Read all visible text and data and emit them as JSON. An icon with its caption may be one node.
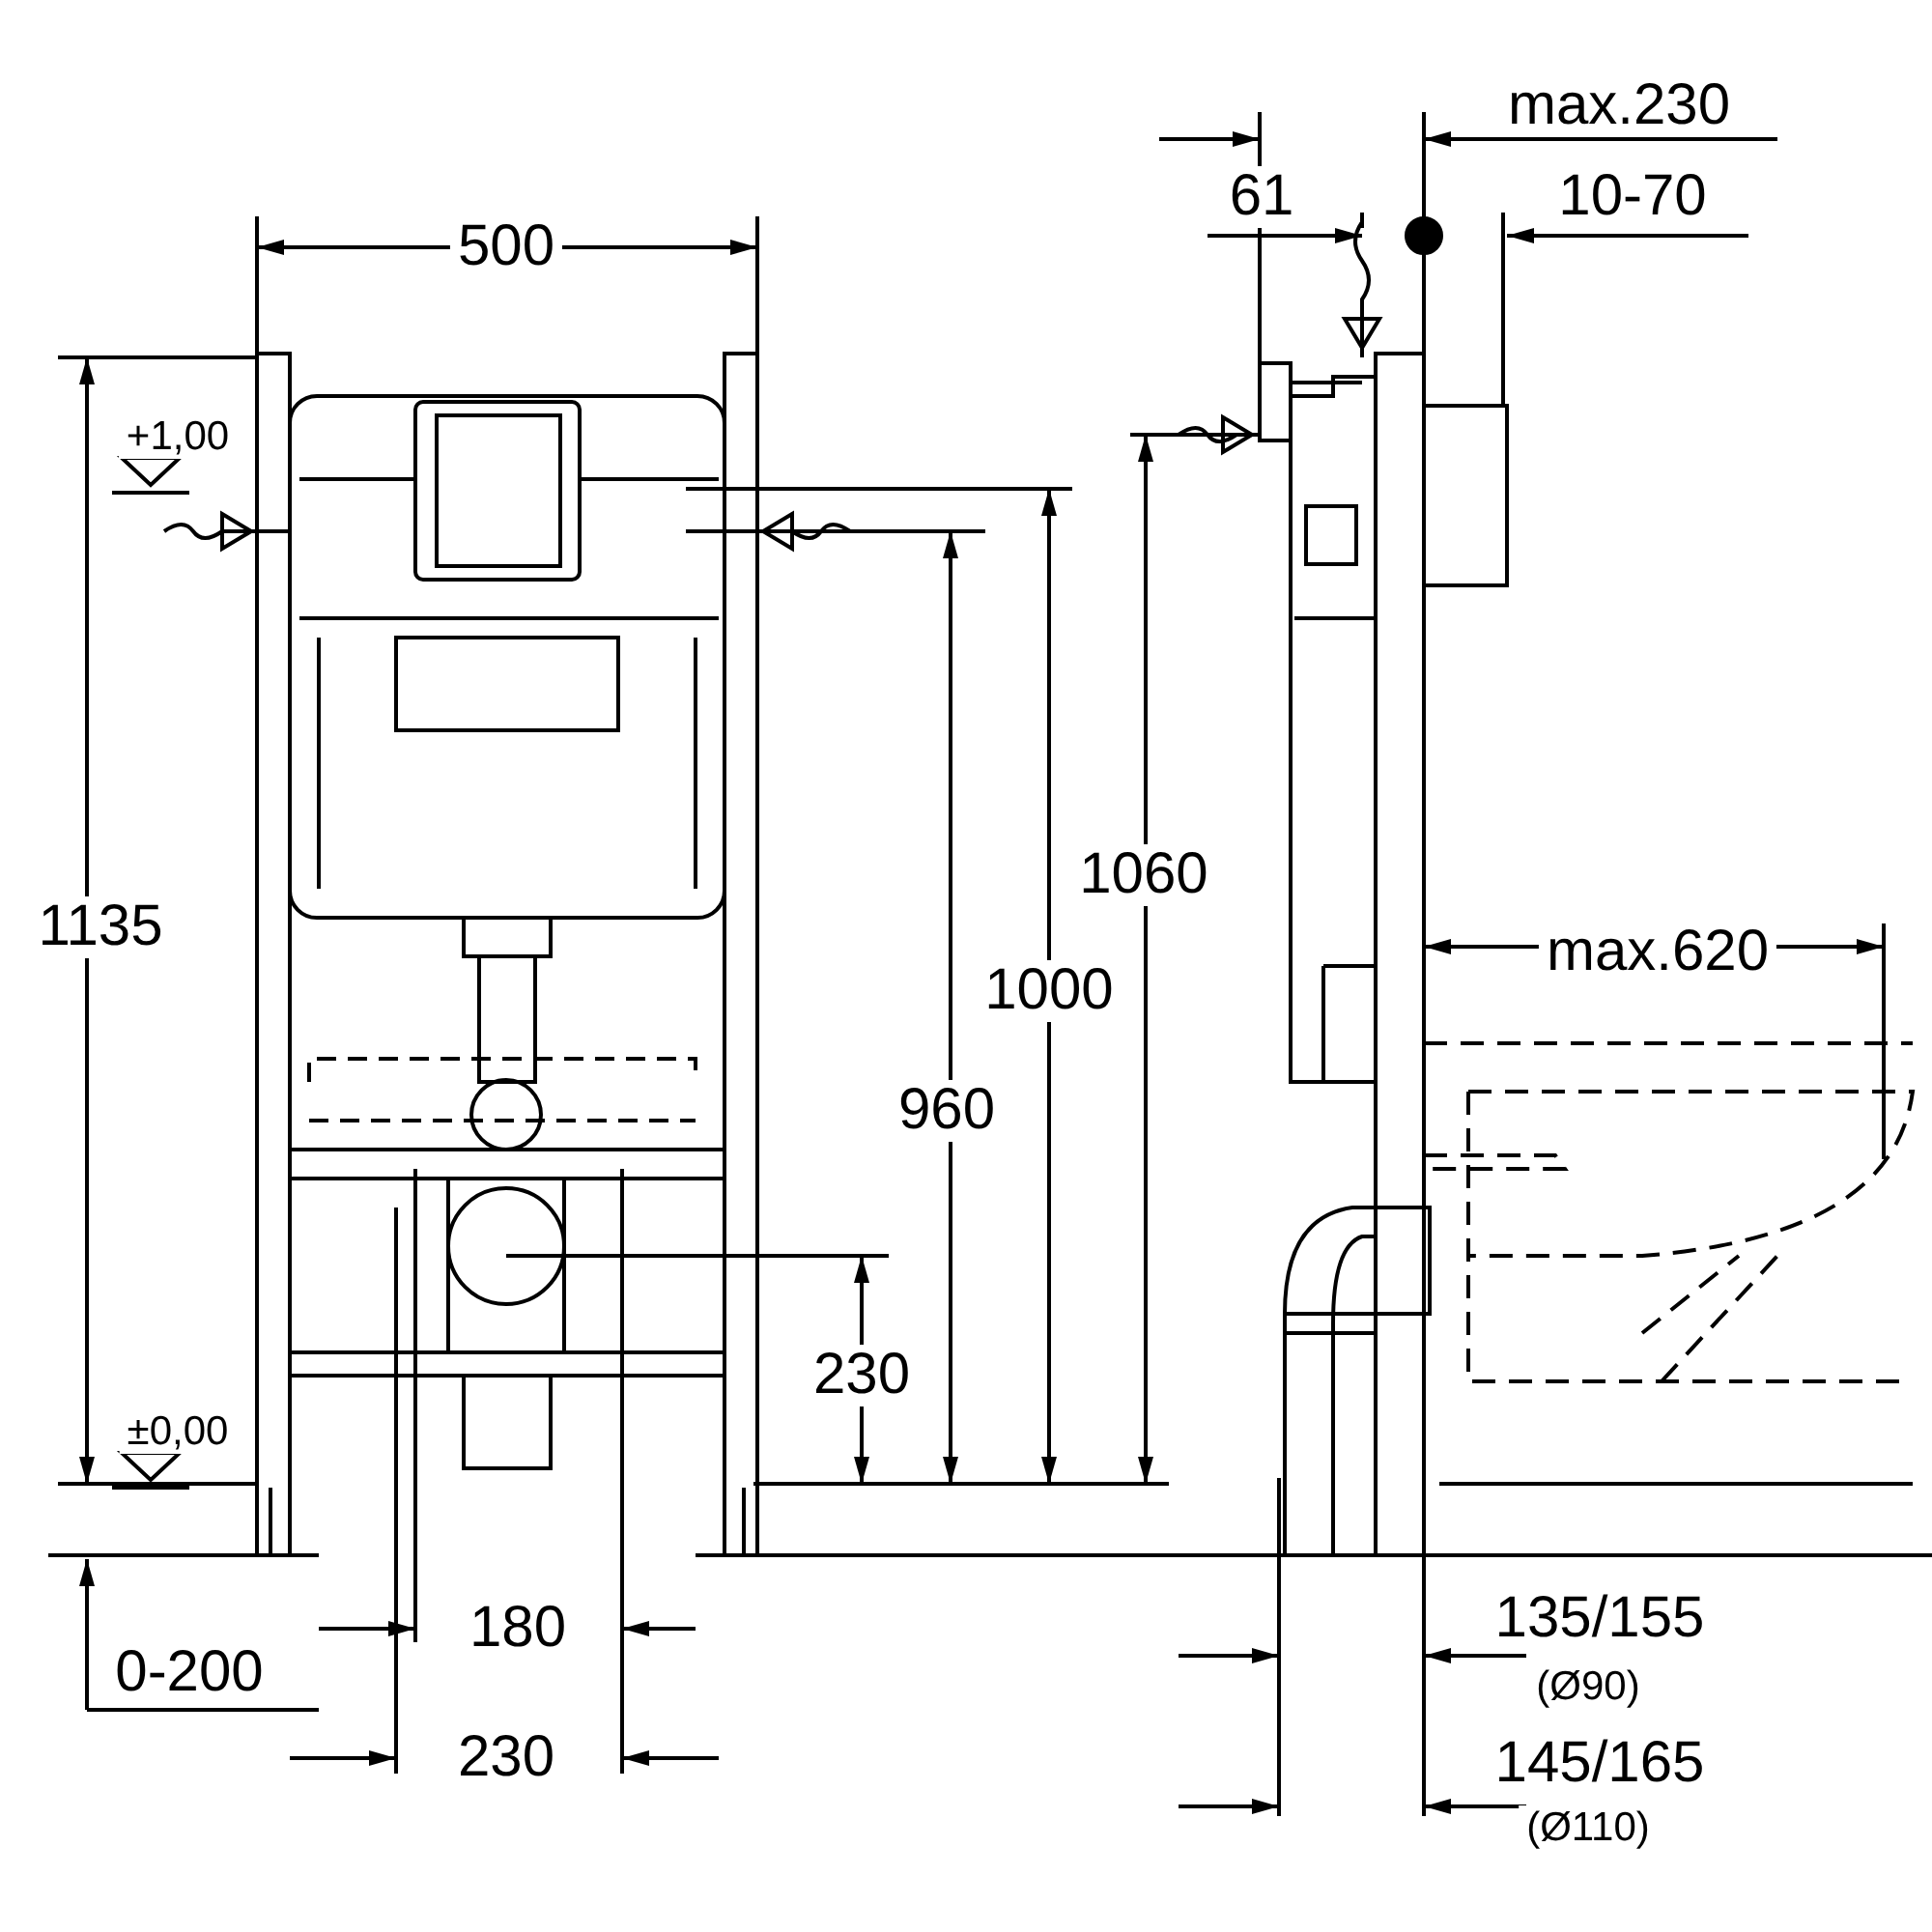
{
  "diagram": {
    "labels": [
      "max.230",
      "61",
      "10-70",
      "500",
      "+1,00",
      "1060",
      "1135",
      "1000",
      "max.620",
      "960",
      "230",
      "±0,00",
      "180",
      "0-200",
      "135/155",
      "(Ø90)",
      "230",
      "145/165",
      "(Ø110)"
    ]
  }
}
